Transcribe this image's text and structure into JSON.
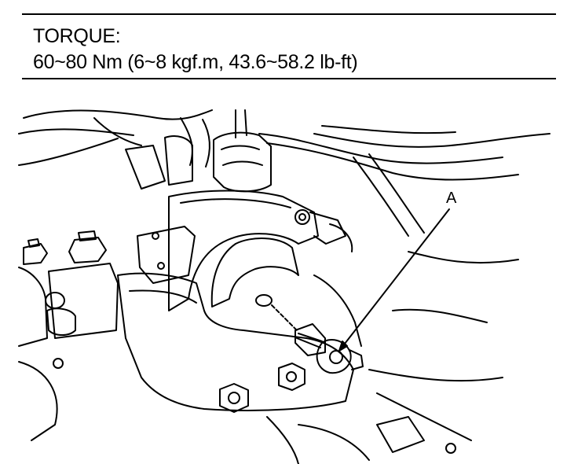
{
  "torque_spec": {
    "heading": "TORQUE:",
    "value": "60~80 Nm (6~8 kgf.m, 43.6~58.2 lb-ft)"
  },
  "callouts": [
    {
      "label": "A"
    }
  ]
}
